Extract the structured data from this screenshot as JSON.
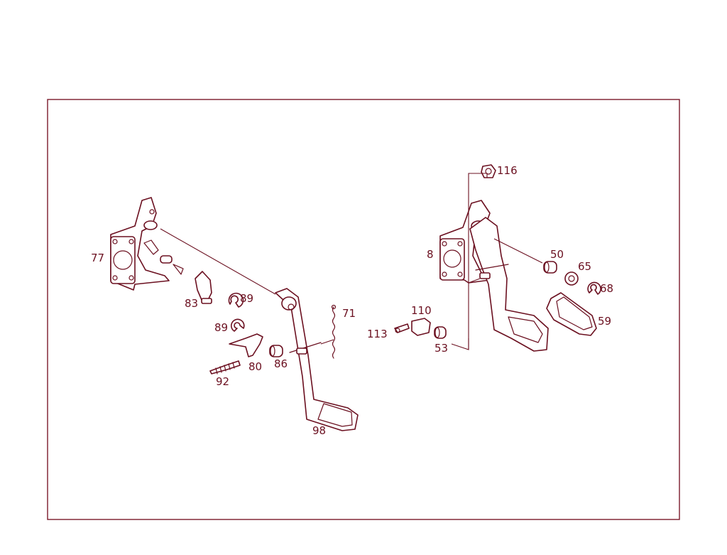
{
  "colors": {
    "line": "#6b1020",
    "frame": "#7a1a2a",
    "background": "#ffffff"
  },
  "callouts": {
    "c77": "77",
    "c83": "83",
    "c89a": "89",
    "c89b": "89",
    "c92": "92",
    "c80": "80",
    "c86": "86",
    "c71": "71",
    "c98": "98",
    "c8": "8",
    "c116": "116",
    "c50": "50",
    "c65": "65",
    "c68": "68",
    "c59": "59",
    "c110": "110",
    "c113": "113",
    "c53": "53"
  }
}
